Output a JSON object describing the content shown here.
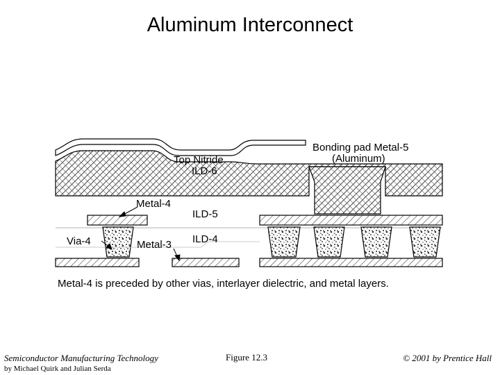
{
  "title": "Aluminum Interconnect",
  "diagram": {
    "labels": {
      "bonding_pad": "Bonding pad Metal-5",
      "aluminum": "(Aluminum)",
      "top_nitride": "Top Nitride",
      "ild6": "ILD-6",
      "metal4": "Metal-4",
      "ild5": "ILD-5",
      "via4": "Via-4",
      "metal3": "Metal-3",
      "ild4": "ILD-4"
    },
    "caption": "Metal-4 is preceded by other vias, interlayer dielectric, and metal layers."
  },
  "footer": {
    "book": "Semiconductor Manufacturing Technology",
    "authors": "by Michael Quirk and Julian Serda",
    "figure": "Figure 12.3",
    "copyright": "© 2001 by Prentice Hall"
  }
}
